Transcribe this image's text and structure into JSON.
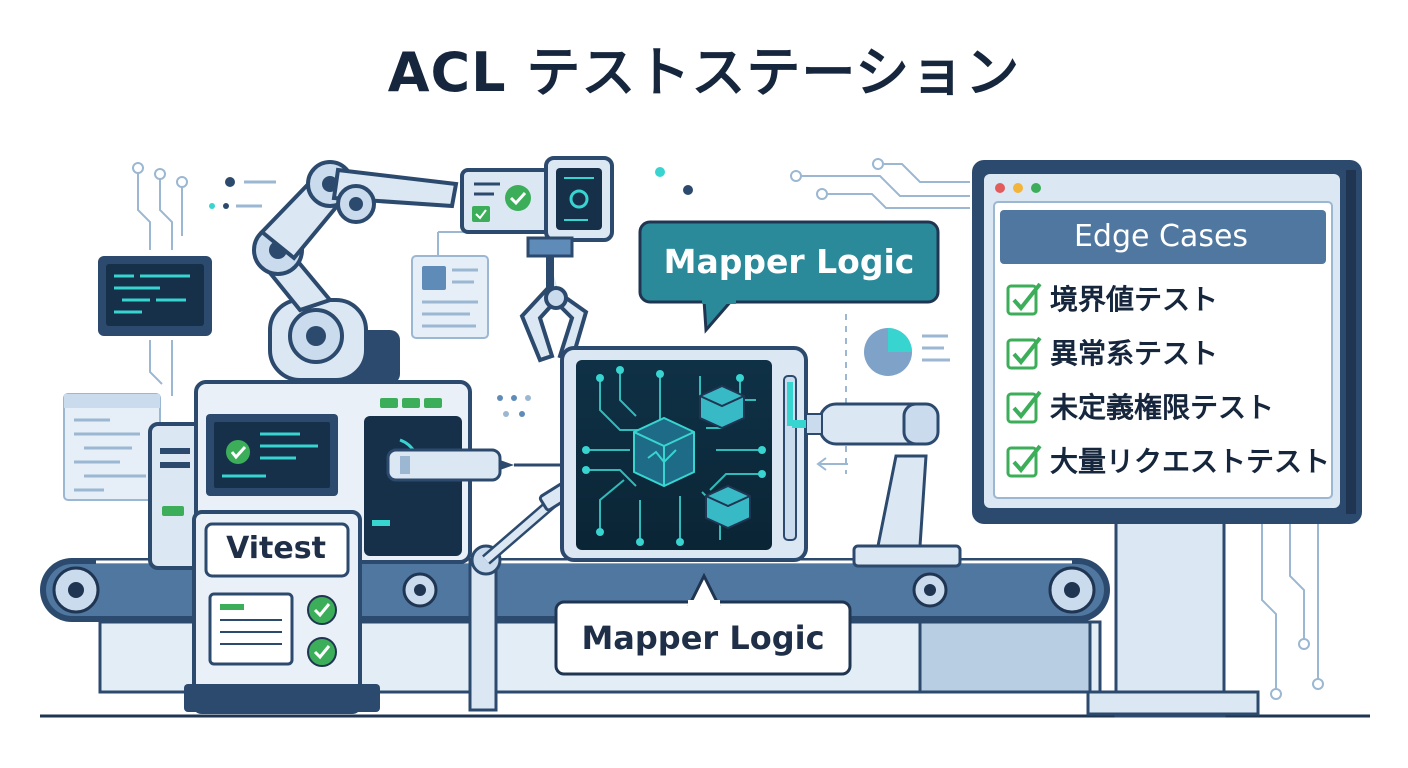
{
  "title": "ACL テストステーション",
  "vitest_label": "Vitest",
  "mapper_bubble_top": "Mapper Logic",
  "mapper_bubble_bottom": "Mapper Logic",
  "edge_cases": {
    "header": "Edge Cases",
    "items": [
      "境界値テスト",
      "異常系テスト",
      "未定義権限テスト",
      "大量リクエストテスト"
    ]
  },
  "colors": {
    "navy": "#2c4a6e",
    "dark_navy": "#1f3552",
    "teal": "#2a8a9a",
    "check_green": "#3cae5a",
    "cyan_glow": "#38d4d0",
    "light_blue": "#dbe7f3"
  }
}
